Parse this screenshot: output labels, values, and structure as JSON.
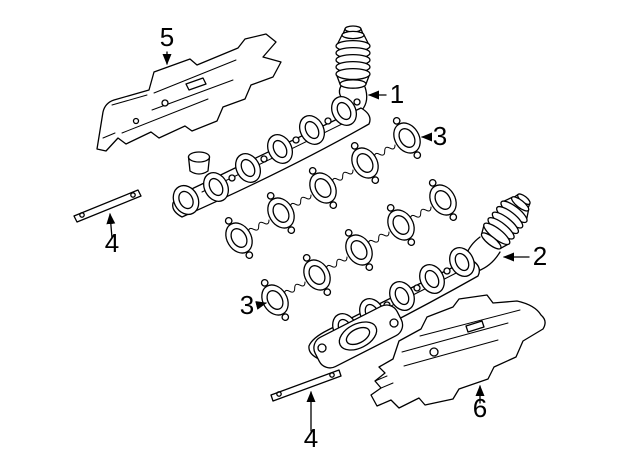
{
  "diagram": {
    "background": "#ffffff",
    "line_color": "#000000",
    "callouts": {
      "c1": {
        "label": "1"
      },
      "c2": {
        "label": "2"
      },
      "c3_upper": {
        "label": "3"
      },
      "c3_lower": {
        "label": "3"
      },
      "c4_left": {
        "label": "4"
      },
      "c4_bottom": {
        "label": "4"
      },
      "c5": {
        "label": "5"
      },
      "c6": {
        "label": "6"
      }
    }
  }
}
